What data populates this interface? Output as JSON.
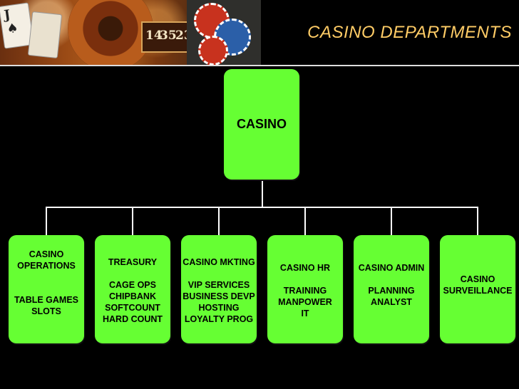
{
  "slide": {
    "title": "CASINO DEPARTMENTS"
  },
  "header_image": {
    "card_rank": "J",
    "roulette_numbers": [
      "14",
      "35",
      "23"
    ],
    "colors": {
      "warm": "#b8661f",
      "chip_red": "#c8321e",
      "chip_blue": "#2b5fa8"
    }
  },
  "org_chart": {
    "root": {
      "label": "CASINO"
    },
    "departments": [
      {
        "id": "operations",
        "lines": [
          "CASINO",
          "OPERATIONS",
          "",
          "",
          "TABLE GAMES",
          "SLOTS"
        ]
      },
      {
        "id": "treasury",
        "lines": [
          "TREASURY",
          "",
          "CAGE OPS",
          "CHIPBANK",
          "SOFTCOUNT",
          "HARD COUNT"
        ]
      },
      {
        "id": "marketing",
        "lines": [
          "CASINO MKTING",
          "",
          "VIP SERVICES",
          "BUSINESS DEVP",
          "HOSTING",
          "LOYALTY PROG"
        ]
      },
      {
        "id": "hr",
        "lines": [
          "CASINO HR",
          "",
          "TRAINING",
          "MANPOWER",
          "IT"
        ]
      },
      {
        "id": "admin",
        "lines": [
          "CASINO ADMIN",
          "",
          "PLANNING",
          "ANALYST"
        ]
      },
      {
        "id": "surveillance",
        "lines": [
          "CASINO",
          "SURVEILLANCE"
        ]
      }
    ],
    "colors": {
      "box_fill": "#66ff33",
      "connector": "#ffffff",
      "title": "#ffcc66",
      "background": "#000000"
    }
  }
}
